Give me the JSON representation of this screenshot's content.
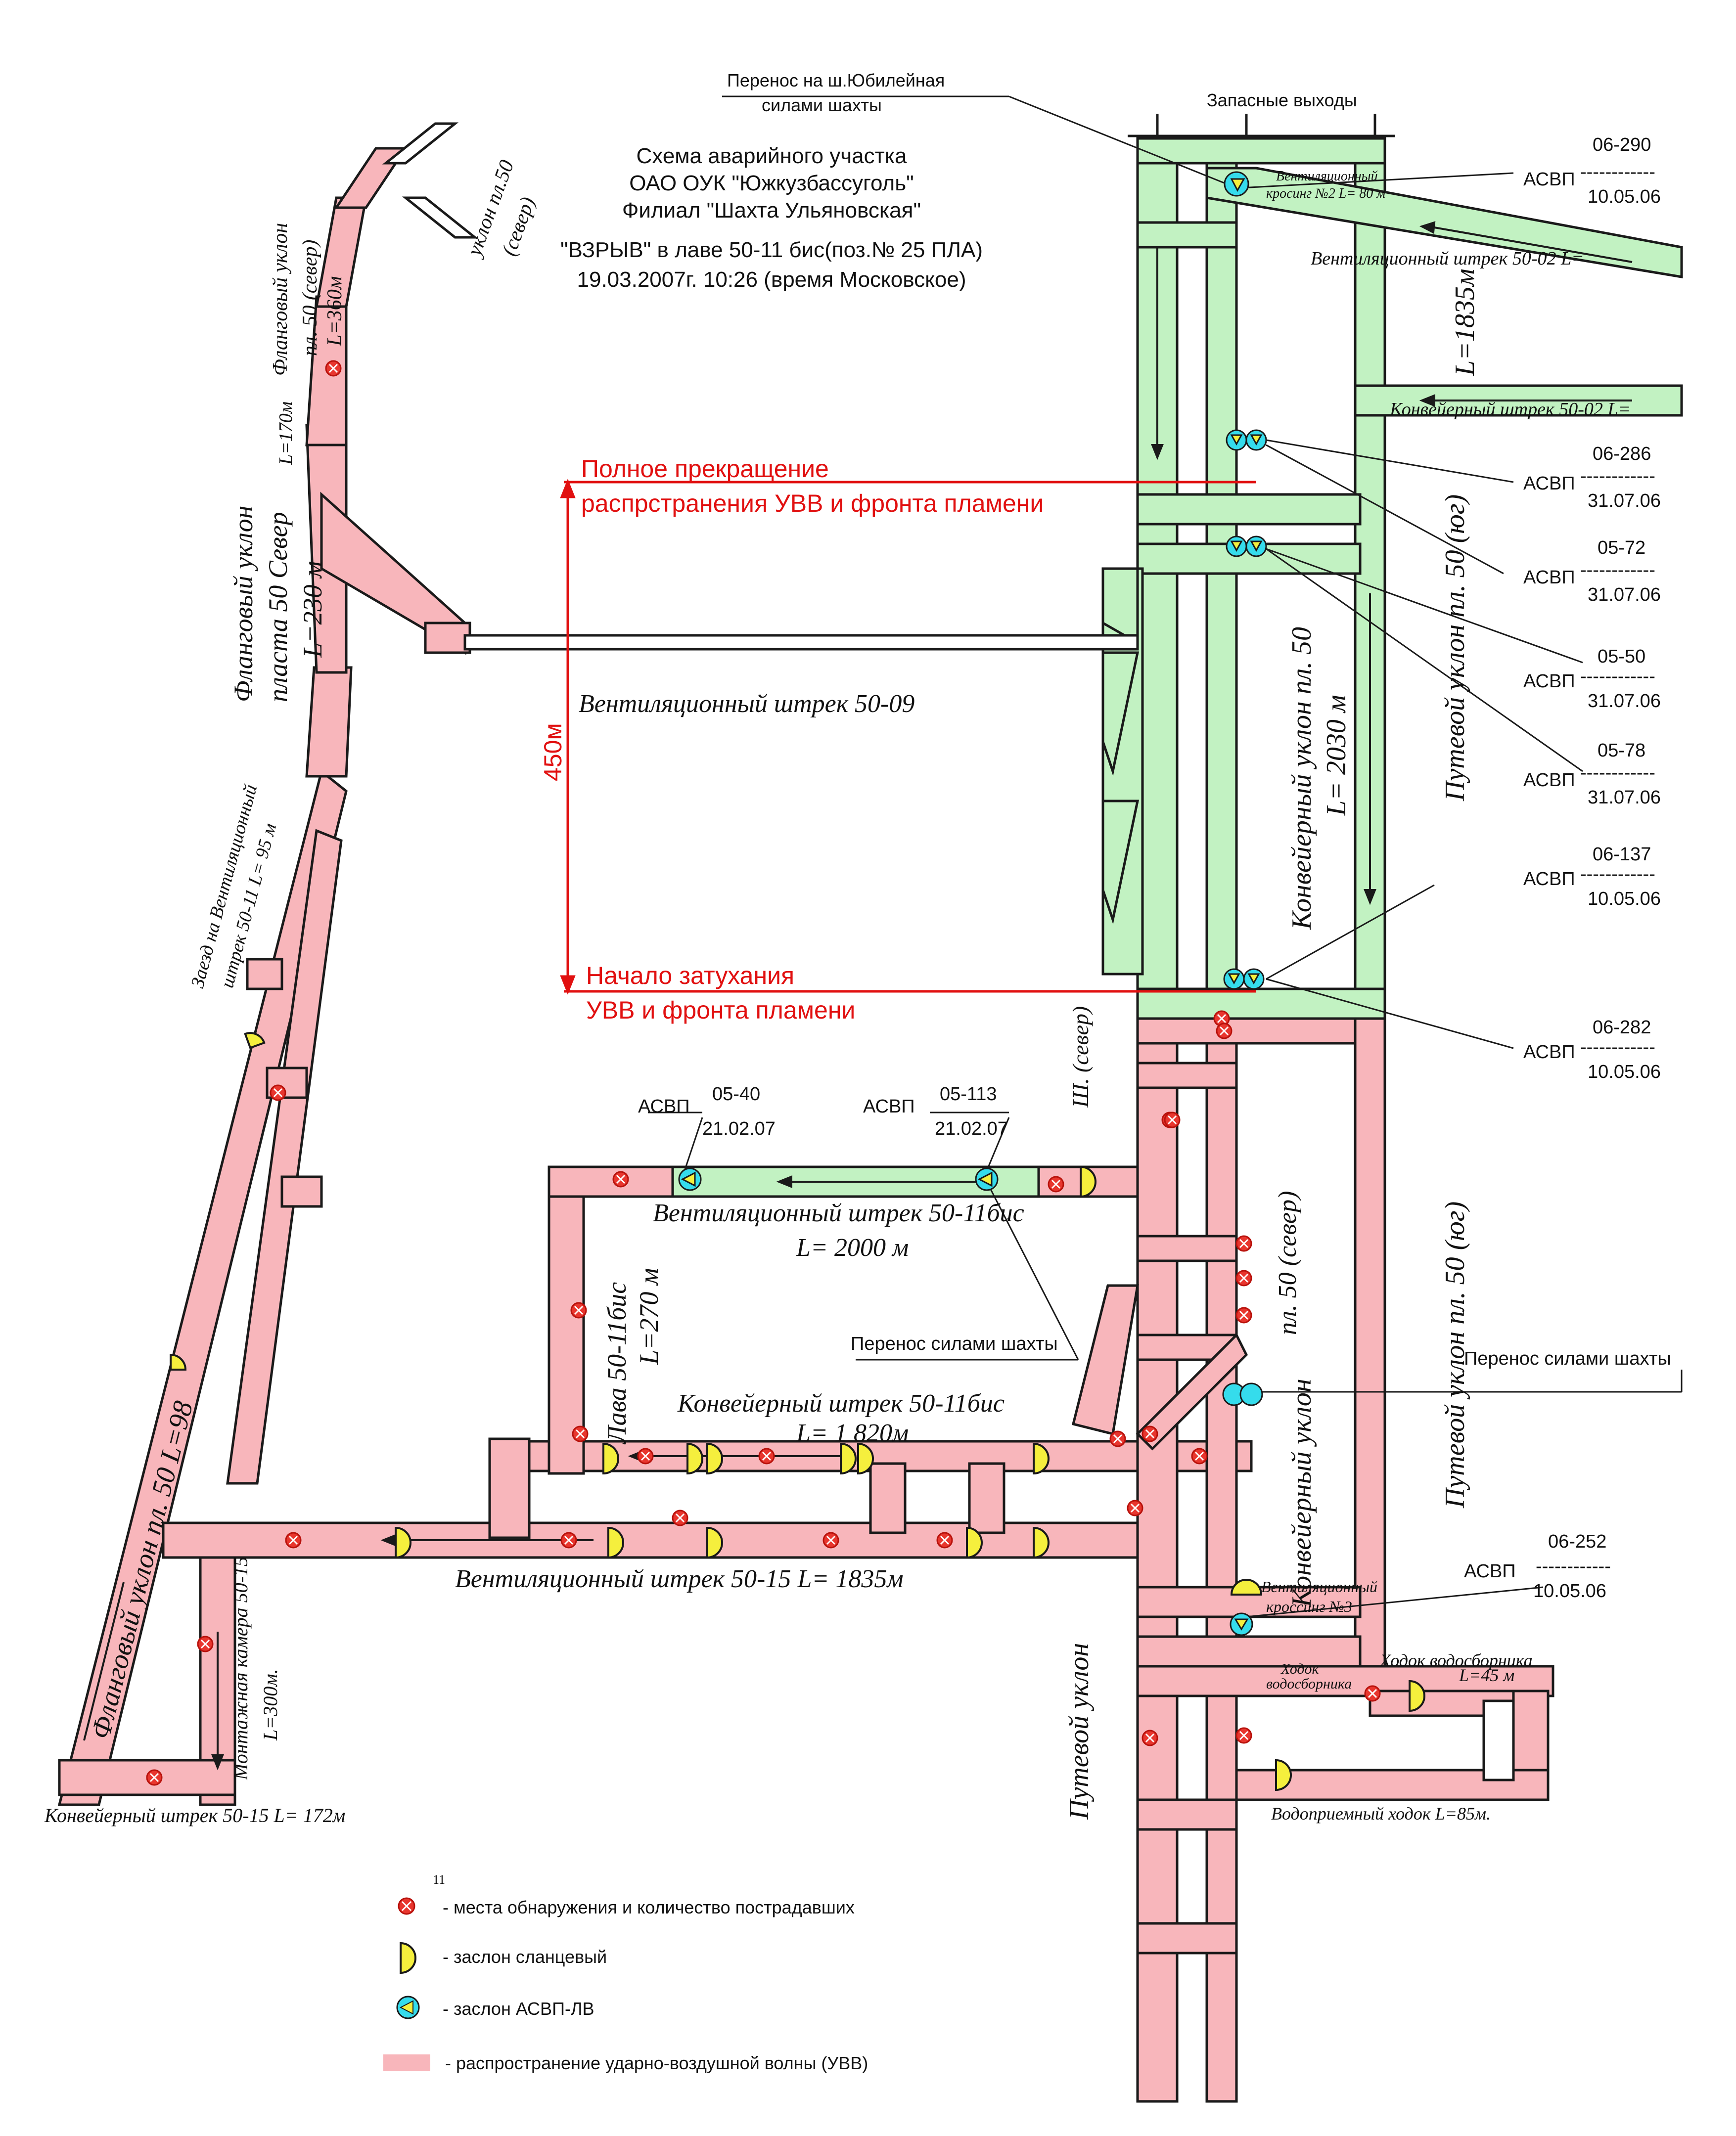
{
  "title": {
    "line1": "Схема аварийного участка",
    "line2": "ОАО ОУК \"Южкузбассуголь\"",
    "line3": "Филиал \"Шахта Ульяновская\"",
    "line4": "\"ВЗРЫВ\" в лаве 50-11 бис(поз.№ 25  ПЛА)",
    "line5": "19.03.2007г. 10:26 (время Московское)"
  },
  "top": {
    "transfer_line1": "Перенос на ш.Юбилейная",
    "transfer_line2": "силами шахты",
    "exits": "Запасные выходы"
  },
  "red_annotations": {
    "full_stop_line1": "Полное прекращение",
    "full_stop_line2": "распрстранения УВВ и фронта пламени",
    "decay_line1": "Начало затухания",
    "decay_line2": "УВВ и фронта пламени",
    "distance": "450м"
  },
  "asvp": [
    {
      "label": "АСВП",
      "number": "06-290",
      "dashes": "------------",
      "date": "10.05.06"
    },
    {
      "label": "АСВП",
      "number": "06-286",
      "dashes": "------------",
      "date": "31.07.06"
    },
    {
      "label": "АСВП",
      "number": "05-72",
      "dashes": "------------",
      "date": "31.07.06"
    },
    {
      "label": "АСВП",
      "number": "05-50",
      "dashes": "------------",
      "date": "31.07.06"
    },
    {
      "label": "АСВП",
      "number": "05-78",
      "dashes": "------------",
      "date": "31.07.06"
    },
    {
      "label": "АСВП",
      "number": "06-137",
      "dashes": "------------",
      "date": "10.05.06"
    },
    {
      "label": "АСВП",
      "number": "06-282",
      "dashes": "------------",
      "date": "10.05.06"
    },
    {
      "label": "АСВП",
      "number": "06-252",
      "dashes": "------------",
      "date": "10.05.06"
    },
    {
      "label": "АСВП",
      "number": "05-40",
      "date": "21.02.07"
    },
    {
      "label": "АСВП",
      "number": "05-113",
      "date": "21.02.07"
    }
  ],
  "transfer_labels": {
    "center": "Перенос силами шахты",
    "right": "Перенос силами шахты"
  },
  "workings": {
    "vent_50_02": "Вентиляционный штрек 50-02  L=",
    "conv_50_02": "Конвейерный штрек 50-02 L=",
    "vent_crossing_2": "Вентиляционный",
    "vent_crossing_2b": "кросинг №2  L= 80 м",
    "conv_uklon_50": "Конвейерный уклон пл. 50",
    "conv_uklon_50_len": "L= 2030 м",
    "put_uklon_yug_1835": "L=1835м",
    "put_uklon_yug": "Путевой уклон пл. 50 (юг)",
    "vent_50_09": "Вентиляционный штрек 50-09",
    "vent_50_11bis": "Вентиляционный  штрек 50-11бис",
    "vent_50_11bis_len": "L= 2000 м",
    "lava_50_11bis": "Лава 50-11бис",
    "lava_len": "L=270 м",
    "conv_50_11bis": "Конвейерный штрек 50-11бис",
    "conv_50_11bis_len": "L= 1 820м",
    "vent_50_15": "Вентиляционный  штрек 50-15   L=  1835м",
    "flank_50_north": "Фланговый уклон",
    "flank_50_north_b": "пласта 50 Север",
    "flank_50_north_len": "L=230 м",
    "flank_50_north_top": "Фланговый уклон",
    "flank_50_north_top_b": "пл. 50 (север)",
    "flank_50_north_top_len": "L=360м",
    "uklon_50_north": "уклон пл.50",
    "uklon_50_north_b": "(север)",
    "l_170": "L=170м",
    "zaezd": "Заезд на Вентиляционный",
    "zaezd_b": "штрек 50-11 L= 95 м",
    "flank_50_98": "Фланговый    уклон пл. 50  L=98",
    "montazh": "Монтажная камера 50-15",
    "montazh_len": "L=300м.",
    "conv_50_15": "Конвейерный  штрек 50-15    L=  172м",
    "conv_uklon_north": "Конвейерный уклон",
    "conv_uklon_north_b": "пл. 50 (север)",
    "put_uklon_north": "Путевой уклон пл. 50 (юг)",
    "put_uklon": "Путевой уклон",
    "sh_north": "Ш. (север)",
    "vent_crossing_3": "Вентиляционный",
    "vent_crossing_3b": "кроссинг №3",
    "vodosbornik": "Ходок водосборника",
    "vodosbornik_len": "L=45 м",
    "vodopriemny": "Водоприемный ходок  L=85м.",
    "hodok_vodosb": "Ходок",
    "hodok_vodosb_b": "водосборника"
  },
  "legend": {
    "number_sample": "11",
    "victims": "- места обнаружения и количество пострадавших",
    "shale_barrier": "- заслон сланцевый",
    "asvp_barrier": "- заслон АСВП-ЛВ",
    "propagation": "- распространение ударно-воздушной волны (УВВ)"
  },
  "colors": {
    "pink": "#f8b6bb",
    "green": "#c2f2c2",
    "line": "#1a1a1a",
    "red": "#e11010",
    "victim": "#e8362e",
    "shale": "#f5ef3d",
    "asvp": "#35dcec"
  }
}
